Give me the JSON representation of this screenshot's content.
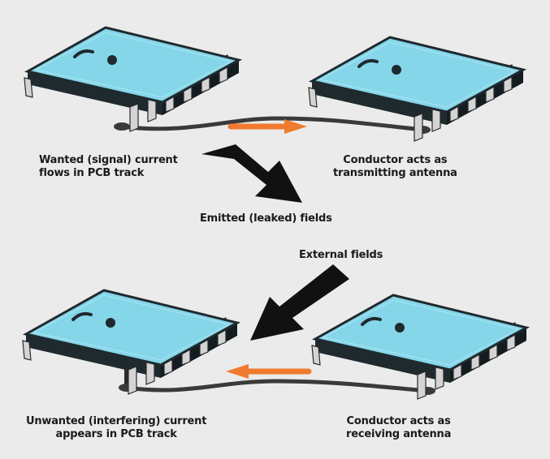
{
  "colors": {
    "background": "#ebebeb",
    "chip_top": "#86d6ea",
    "chip_body": "#1f2a2e",
    "pin": "#d9d9d9",
    "track": "#3a3a3a",
    "current_arrow": "#f07a2e",
    "field_arrow": "#111111"
  },
  "labels": {
    "top_left": [
      "Wanted (signal) current",
      "flows in PCB track"
    ],
    "top_right": [
      "Conductor acts as",
      "transmitting antenna"
    ],
    "emitted": "Emitted (leaked) fields",
    "external": "External fields",
    "bottom_left": [
      "Unwanted (interfering) current",
      "appears in PCB track"
    ],
    "bottom_right": [
      "Conductor acts as",
      "receiving antenna"
    ]
  },
  "icons": {
    "chip": "ic-chip-icon",
    "current": "orange-arrow-icon",
    "field": "black-arrow-icon"
  }
}
